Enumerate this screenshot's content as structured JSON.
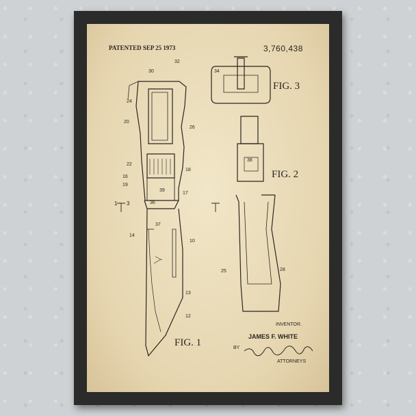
{
  "header": {
    "patented": "PATENTED SEP 25 1973",
    "patent_number": "3,760,438"
  },
  "figures": {
    "fig1": "FIG. 1",
    "fig2": "FIG. 2",
    "fig3": "FIG. 3"
  },
  "inventor": {
    "label": "INVENTOR.",
    "name": "JAMES F. WHITE",
    "by": "BY",
    "attorneys": "ATTORNEYS"
  },
  "reference_numerals": [
    "30",
    "32",
    "24",
    "20",
    "26",
    "18",
    "22",
    "16",
    "19",
    "17",
    "38",
    "39",
    "36",
    "37",
    "14",
    "10",
    "13",
    "12",
    "34",
    "25",
    "28",
    "1",
    "3"
  ],
  "colors": {
    "frame": "#2b2b2a",
    "paper": "#ece0c0",
    "ink": "#2a2520"
  }
}
